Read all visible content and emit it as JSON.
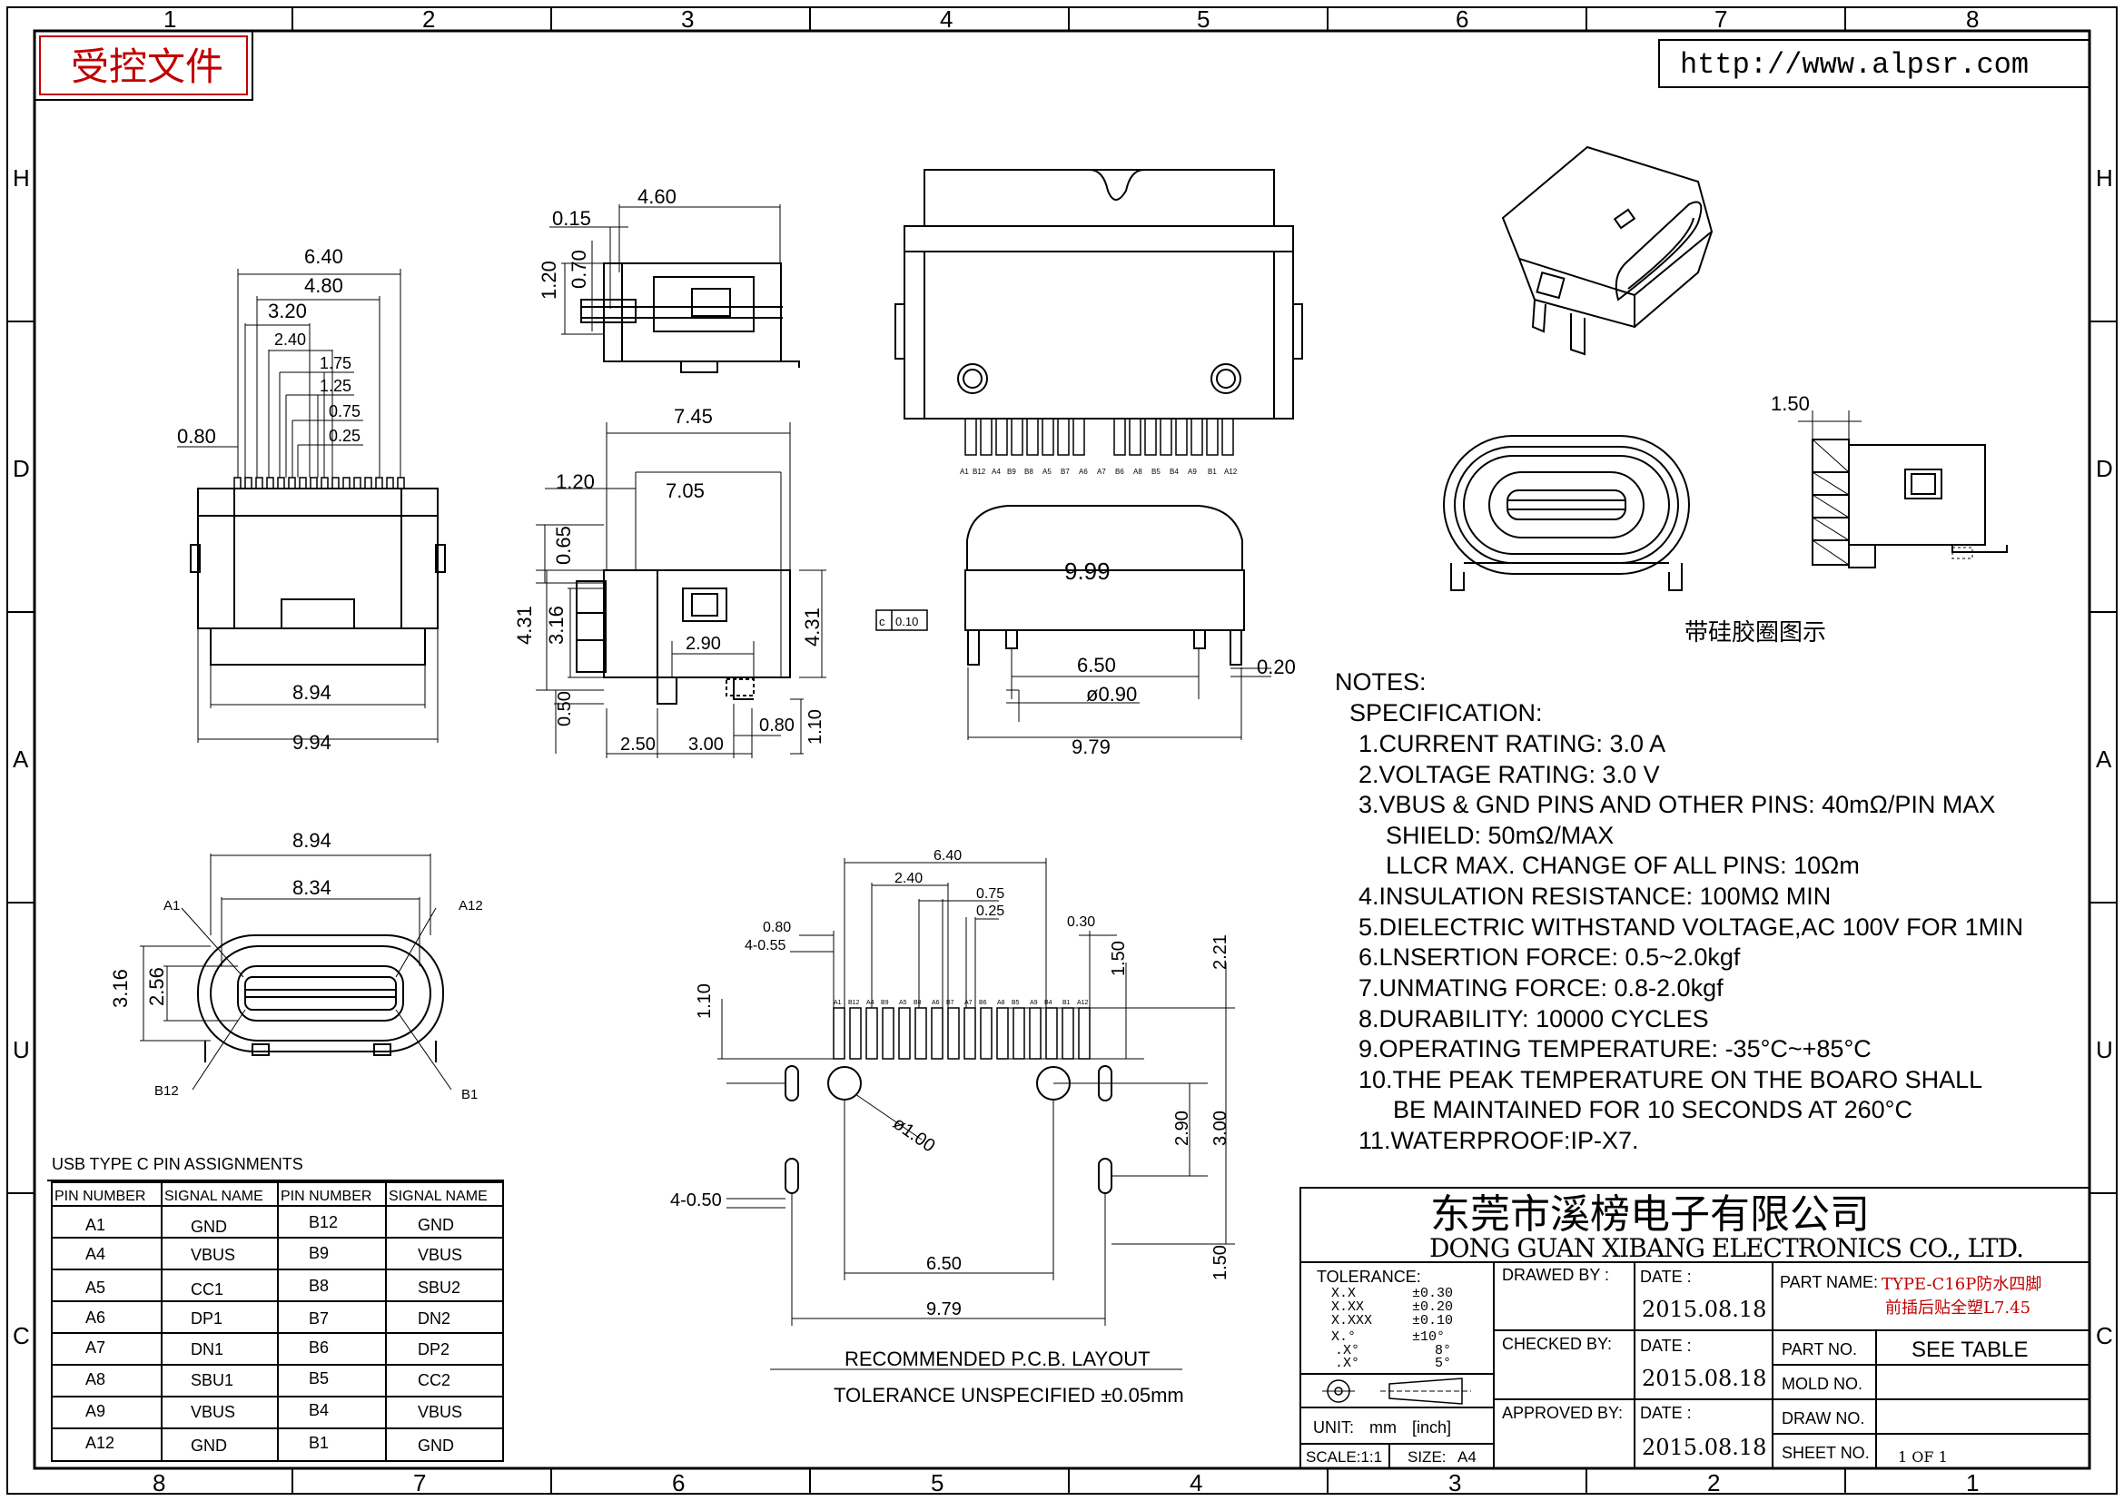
{
  "header": {
    "controlled_doc_label": "受控文件",
    "website_url": "http://www.alpsr.com"
  },
  "border": {
    "col_markers": [
      "1",
      "2",
      "3",
      "4",
      "5",
      "6",
      "7",
      "8"
    ],
    "col_markers_bottom": [
      "8",
      "7",
      "6",
      "5",
      "4",
      "3",
      "2",
      "1"
    ],
    "row_markers_left": [
      "H",
      "D",
      "A",
      "U",
      "C"
    ],
    "row_markers_right": [
      "H",
      "D",
      "A",
      "U",
      "C"
    ]
  },
  "dims": {
    "top_6_40": "6.40",
    "top_4_80": "4.80",
    "top_3_20": "3.20",
    "top_2_40": "2.40",
    "top_1_75": "1.75",
    "top_1_25": "1.25",
    "top_0_75": "0.75",
    "top_0_25": "0.25",
    "top_0_80": "0.80",
    "top_8_94": "8.94",
    "top_9_94": "9.94",
    "side_4_60": "4.60",
    "side_0_15": "0.15",
    "side_1_20": "1.20",
    "side_0_70": "0.70",
    "mid_7_45": "7.45",
    "mid_1_20": "1.20",
    "mid_7_05": "7.05",
    "mid_0_65": "0.65",
    "mid_4_31_left": "4.31",
    "mid_3_16": "3.16",
    "mid_4_31_right": "4.31",
    "mid_2_90": "2.90",
    "mid_0_50": "0.50",
    "mid_2_50": "2.50",
    "mid_3_00": "3.00",
    "mid_0_80": "0.80",
    "mid_1_10": "1.10",
    "front_9_99": "9.99",
    "front_6_50": "6.50",
    "front_0_90": "ø0.90",
    "front_0_20": "0.20",
    "front_9_79": "9.79",
    "front_tol": "0.10",
    "front_tol_letter": "c",
    "face_8_94": "8.94",
    "face_8_34": "8.34",
    "face_3_16": "3.16",
    "face_2_56": "2.56",
    "face_A1": "A1",
    "face_A12": "A12",
    "face_B12": "B12",
    "face_B1": "B1",
    "pcb_6_40": "6.40",
    "pcb_2_40": "2.40",
    "pcb_0_75": "0.75",
    "pcb_0_25": "0.25",
    "pcb_0_80": "0.80",
    "pcb_4_055": "4-0.55",
    "pcb_0_30": "0.30",
    "pcb_1_10": "1.10",
    "pcb_1_50_top": "1.50",
    "pcb_2_21": "2.21",
    "pcb_phi1": "ø1.00",
    "pcb_2_90": "2.90",
    "pcb_3_00": "3.00",
    "pcb_4_050": "4-0.50",
    "pcb_6_50": "6.50",
    "pcb_9_79": "9.79",
    "pcb_1_50_bot": "1.50",
    "gasket_1_50": "1.50"
  },
  "pin_labels_top_view": [
    "A1",
    "B12",
    "A4",
    "B9",
    "B8",
    "A5",
    "B7",
    "A6",
    "A7",
    "B6",
    "A8",
    "B5",
    "B4",
    "A9",
    "B1",
    "A12"
  ],
  "pin_labels_pcb": [
    "A1",
    "B12",
    "A4",
    "B9",
    "A5",
    "B8",
    "A6",
    "B7",
    "A7",
    "B6",
    "A8",
    "B5",
    "A9",
    "B4",
    "B1",
    "A12"
  ],
  "gasket_caption": "带硅胶圈图示",
  "pcb_caption_1": "RECOMMENDED P.C.B. LAYOUT",
  "pcb_caption_2": "TOLERANCE UNSPECIFIED ±0.05mm",
  "notes": {
    "title": "NOTES:",
    "spec": "SPECIFICATION:",
    "lines": [
      "1.CURRENT RATING: 3.0 A",
      "2.VOLTAGE RATING: 3.0 V",
      "3.VBUS & GND PINS AND OTHER PINS: 40mΩ/PIN MAX",
      "SHIELD: 50mΩ/MAX",
      "LLCR MAX. CHANGE OF ALL PINS: 10Ωm",
      "4.INSULATION RESISTANCE:  100MΩ MIN",
      "5.DIELECTRIC WITHSTAND VOLTAGE,AC 100V FOR 1MIN",
      "6.LNSERTION FORCE: 0.5~2.0kgf",
      "7.UNMATING FORCE: 0.8-2.0kgf",
      "8.DURABILITY: 10000 CYCLES",
      "9.OPERATING TEMPERATURE: -35°C~+85°C",
      "10.THE PEAK TEMPERATURE ON THE BOARO SHALL",
      "BE MAINTAINED FOR 10 SECONDS AT 260°C",
      "11.WATERPROOF:IP-X7."
    ]
  },
  "pin_table": {
    "title": "USB TYPE C PIN ASSIGNMENTS",
    "headers": [
      "PIN NUMBER",
      "SIGNAL NAME",
      "PIN NUMBER",
      "SIGNAL NAME"
    ],
    "rows": [
      [
        "A1",
        "GND",
        "B12",
        "GND"
      ],
      [
        "A4",
        "VBUS",
        "B9",
        "VBUS"
      ],
      [
        "A5",
        "CC1",
        "B8",
        "SBU2"
      ],
      [
        "A6",
        "DP1",
        "B7",
        "DN2"
      ],
      [
        "A7",
        "DN1",
        "B6",
        "DP2"
      ],
      [
        "A8",
        "SBU1",
        "B5",
        "CC2"
      ],
      [
        "A9",
        "VBUS",
        "B4",
        "VBUS"
      ],
      [
        "A12",
        "GND",
        "B1",
        "GND"
      ]
    ]
  },
  "title_block": {
    "company_cn": "东莞市溪榜电子有限公司",
    "company_en": "DONG GUAN XIBANG ELECTRONICS CO., LTD.",
    "tolerance_label": "TOLERANCE:",
    "tol_keys": [
      "X.X",
      "X.XX",
      "X.XXX",
      "X.°",
      ".X°",
      ".X°"
    ],
    "tol_vals": [
      "±0.30",
      "±0.20",
      "±0.10",
      "±10°",
      "8°",
      "5°"
    ],
    "unit_label": "UNIT:",
    "unit_value": "mm",
    "unit_alt": "[inch]",
    "scale": "SCALE:1:1",
    "size_label": "SIZE:",
    "size_value": "A4",
    "drawed_by": "DRAWED BY :",
    "checked_by": "CHECKED BY:",
    "approved_by": "APPROVED BY:",
    "date_label": "DATE :",
    "date_1": "2015.08.18",
    "date_2": "2015.08.18",
    "date_3": "2015.08.18",
    "part_name_label": "PART NAME:",
    "part_name_1": "TYPE-C16P防水四脚",
    "part_name_2": "前插后贴全塑L7.45",
    "part_no_label": "PART NO.",
    "part_no_value": "SEE TABLE",
    "mold_no_label": "MOLD NO.",
    "draw_no_label": "DRAW NO.",
    "sheet_no_label": "SHEET NO.",
    "sheet_value": "1 OF 1"
  },
  "colors": {
    "stamp_red": "#c00000",
    "line": "#000000"
  }
}
